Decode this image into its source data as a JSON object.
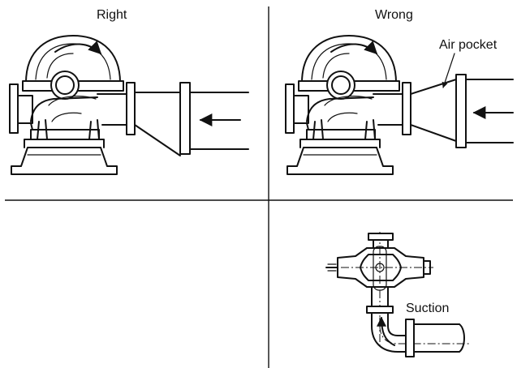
{
  "labels": {
    "right": "Right",
    "wrong": "Wrong",
    "air_pocket": "Air pocket",
    "suction": "Suction"
  }
}
